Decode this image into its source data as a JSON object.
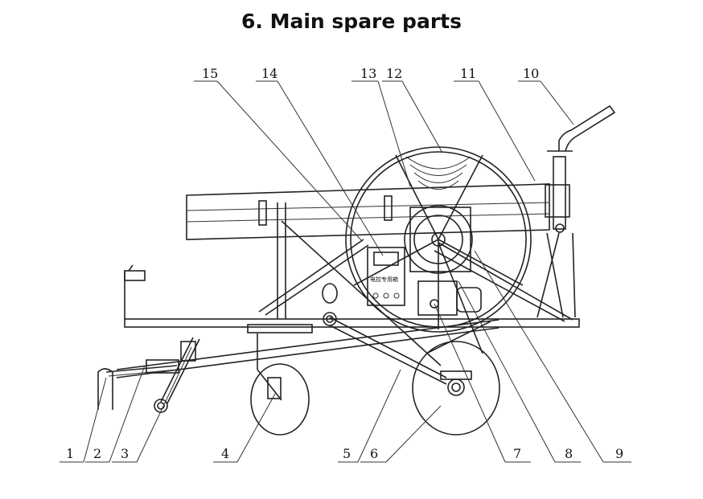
{
  "title": "6. Main spare parts",
  "panel_text": "电控专用箱",
  "labels": [
    "1",
    "2",
    "3",
    "4",
    "5",
    "6",
    "7",
    "8",
    "9",
    "10",
    "11",
    "12",
    "13",
    "14",
    "15"
  ],
  "colors": {
    "line": "#222222",
    "background": "#ffffff"
  }
}
